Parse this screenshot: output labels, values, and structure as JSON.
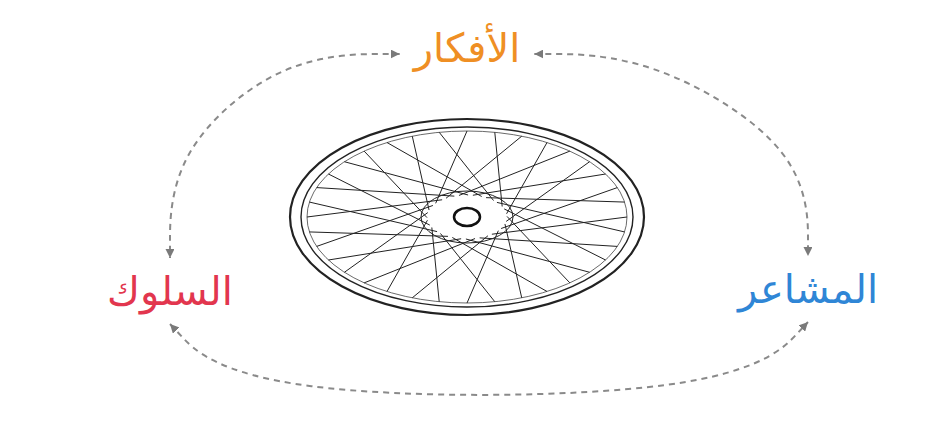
{
  "diagram": {
    "nodes": [
      {
        "text": [
          "الأفكار"
        ]
      },
      {
        "text": [
          "المشاعر"
        ]
      },
      {
        "text": [
          "السلوك"
        ]
      }
    ],
    "edges": [
      {
        "from": 0,
        "to": 2,
        "arrow": "both"
      },
      {
        "from": 0,
        "to": 1,
        "arrow": "both"
      },
      {
        "from": 2,
        "to": 1,
        "arrow": "both"
      }
    ]
  }
}
